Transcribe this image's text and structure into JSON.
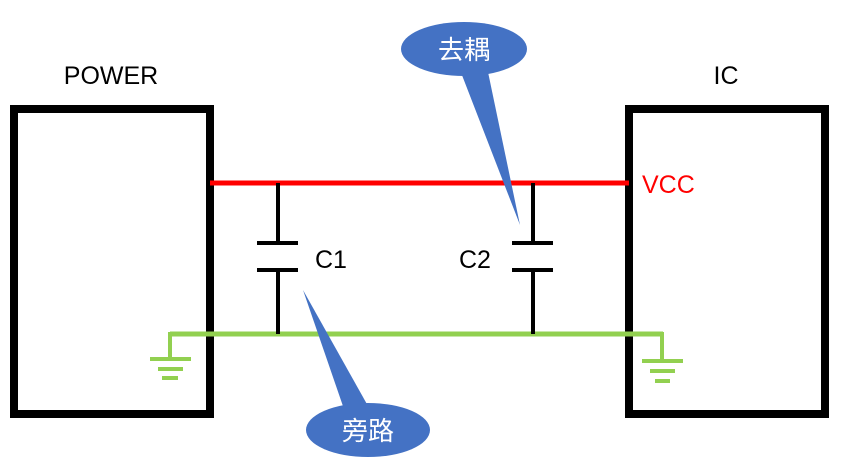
{
  "title": "Decoupling vs Bypass Capacitors",
  "colors": {
    "power_rail": "#ff0000",
    "ground_rail": "#92d050",
    "component": "#000000",
    "callout_fill": "#4472c4",
    "callout_text": "#ffffff",
    "vcc_label": "#ff0000"
  },
  "blocks": {
    "power": {
      "label": "POWER"
    },
    "ic": {
      "label": "IC",
      "pin_label": "VCC"
    }
  },
  "capacitors": [
    {
      "label": "C1"
    },
    {
      "label": "C2"
    }
  ],
  "callouts": {
    "decoupling": {
      "label": "去耦",
      "points_to": "C2"
    },
    "bypass": {
      "label": "旁路",
      "points_to": "C1"
    }
  },
  "nets": {
    "vcc": "VCC",
    "gnd": "GND"
  }
}
